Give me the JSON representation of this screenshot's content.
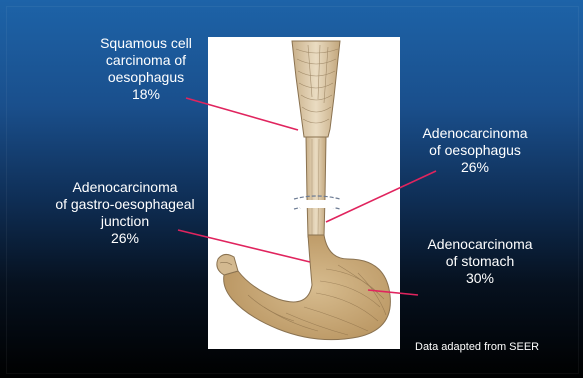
{
  "labels": {
    "squamous": {
      "line1": "Squamous cell",
      "line2": "carcinoma of",
      "line3": "oesophagus",
      "percent": "18%"
    },
    "adeno_oesophagus": {
      "line1": "Adenocarcinoma",
      "line2": "of oesophagus",
      "percent": "26%"
    },
    "adeno_gej": {
      "line1": "Adenocarcinoma",
      "line2": "of gastro-oesophageal",
      "line3": "junction",
      "percent": "26%"
    },
    "adeno_stomach": {
      "line1": "Adenocarcinoma",
      "line2": "of stomach",
      "percent": "30%"
    }
  },
  "source": "Data adapted from SEER",
  "colors": {
    "background_top": "#1d63a8",
    "background_bottom": "#000000",
    "leader_line": "#e0245e",
    "organ_fill": "#dcc7a3",
    "organ_stroke": "#8a7250"
  }
}
